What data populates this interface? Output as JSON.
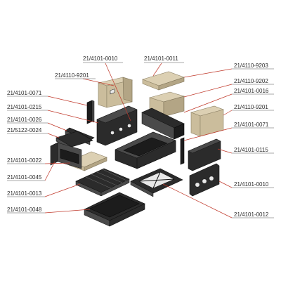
{
  "labels": {
    "p0010_top": "21/4101-0010",
    "p0011": "21/4101-0011",
    "p9203": "21/4110-9203",
    "p9201_left": "21/4110-9201",
    "p9202": "21/4110-9202",
    "p0071_left": "21/4101-0071",
    "p0016": "21/4101-0016",
    "p0215": "21/4101-0215",
    "p9201_right": "21/4110-9201",
    "p0026": "21/4101-0026",
    "p0024": "21/5122-0024",
    "p0071_right": "21/4101-0071",
    "p0115": "21/4101-0115",
    "p0022": "21/4101-0022",
    "p0045": "21/4101-0045",
    "p0010_right": "21/4101-0010",
    "p0013": "21/4101-0013",
    "p0048": "21/4101-0048",
    "p0012": "21/4101-0012"
  },
  "colors": {
    "leader_line": "#c0392b",
    "part_dark": "#2b2b2b",
    "brick_beige": "#cbbd9c"
  }
}
